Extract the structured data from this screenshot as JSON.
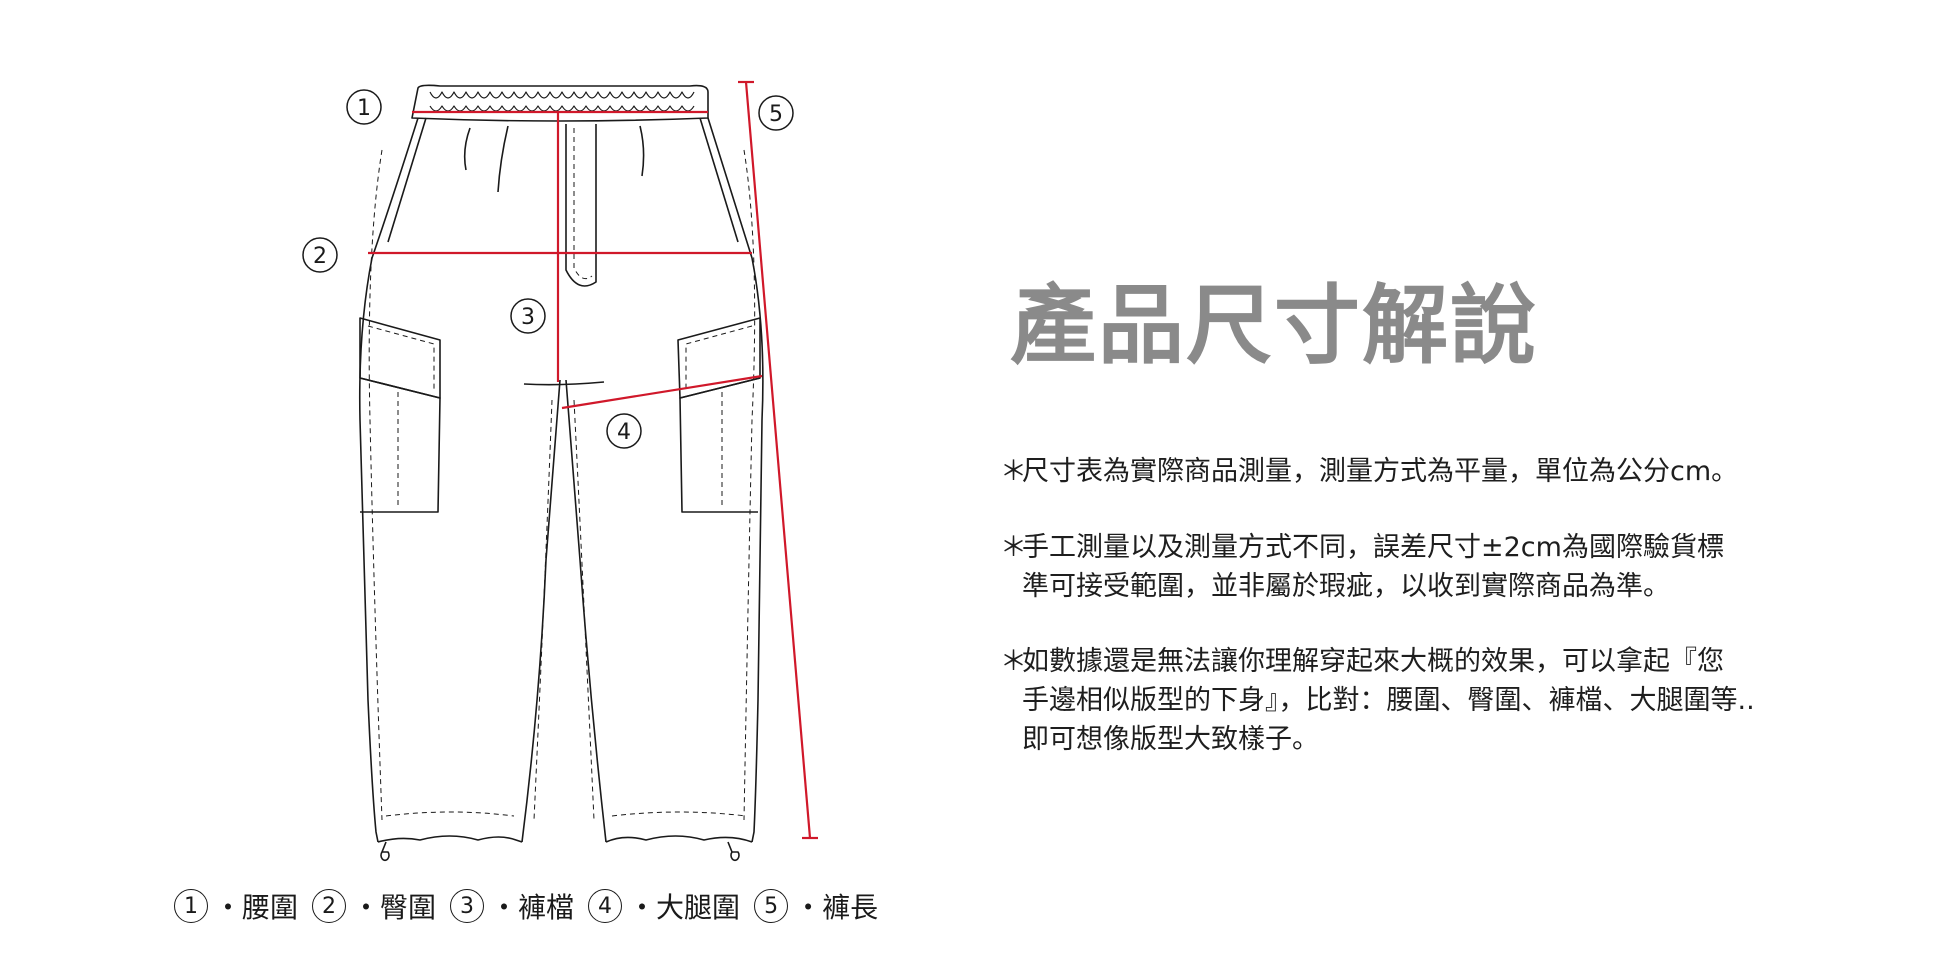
{
  "title": "產品尺寸解說",
  "notes": [
    {
      "star": "＊",
      "lines": [
        "尺寸表為實際商品測量，測量方式為平量，單位為公分cm。"
      ]
    },
    {
      "star": "＊",
      "lines": [
        "手工測量以及測量方式不同，誤差尺寸±2cm為國際驗貨標",
        "準可接受範圍，並非屬於瑕疵，以收到實際商品為準。"
      ]
    },
    {
      "star": "＊",
      "lines": [
        "如數據還是無法讓你理解穿起來大概的效果，可以拿起『您",
        "手邊相似版型的下身』，比對：腰圍、臀圍、褲檔、大腿圍等..",
        "即可想像版型大致樣子。"
      ]
    }
  ],
  "markers": [
    "1",
    "2",
    "3",
    "4",
    "5"
  ],
  "legend": [
    {
      "num": "1",
      "text": "・腰圍"
    },
    {
      "num": "2",
      "text": "・臀圍"
    },
    {
      "num": "3",
      "text": "・褲檔"
    },
    {
      "num": "4",
      "text": "・大腿圍"
    },
    {
      "num": "5",
      "text": "・褲長"
    }
  ],
  "colors": {
    "measure_line": "#d0182a",
    "title": "#8a8a8a",
    "outline": "#1a1a1a"
  }
}
